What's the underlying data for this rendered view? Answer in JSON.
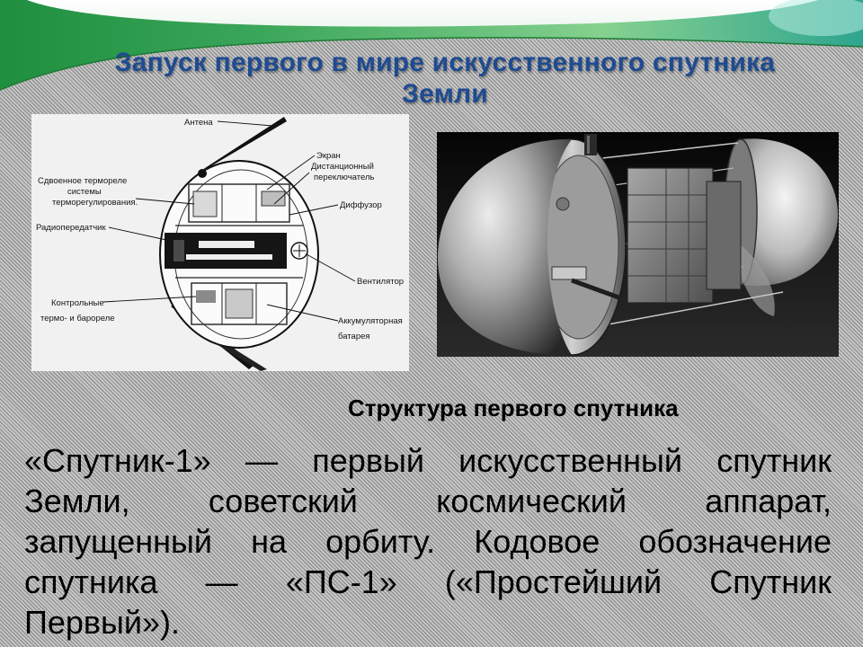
{
  "slide": {
    "title": "Запуск первого в мире искусственного спутника Земли",
    "colors": {
      "title": "#1f4b91",
      "background": "#c6c6c6",
      "accent_green": "#3aa65a",
      "body_text": "#000000"
    },
    "diagram": {
      "labels": {
        "antenna": "Антена",
        "screen": "Экран",
        "remote_switch": [
          "Дистанционный",
          "переключатель"
        ],
        "diffuser": "Диффузор",
        "thermal_relay": [
          "Сдвоенное термореле",
          "системы",
          "терморегулирования."
        ],
        "radio_transmitter": "Радиопередатчик",
        "fan": "Вентилятор",
        "control_relays": [
          "Контрольные",
          "термо- и барореле"
        ],
        "battery": [
          "Аккумуляторная",
          "батарея"
        ]
      }
    },
    "caption": "Структура первого спутника",
    "body_lines": [
      "«Спутник-1» — первый искусственный спутник",
      "Земли, советский космический аппарат,",
      "запущенный на орбиту. Кодовое обозначение",
      "спутника — «ПС-1» («Простейший Спутник",
      "Первый»)."
    ]
  }
}
